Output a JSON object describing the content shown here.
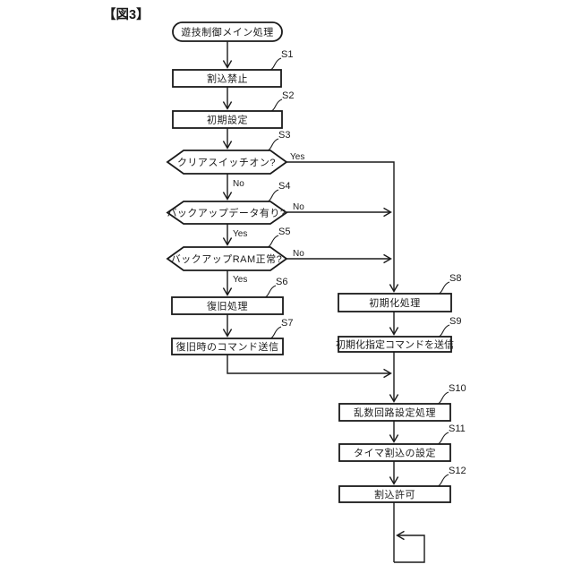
{
  "figure_label": "【図3】",
  "colors": {
    "line": "#1a1a1a",
    "background": "#ffffff"
  },
  "flowchart": {
    "start": {
      "id": "start",
      "type": "terminal",
      "label": "遊技制御メイン処理"
    },
    "nodes": [
      {
        "id": "S1",
        "step": "S1",
        "type": "process",
        "label": "割込禁止"
      },
      {
        "id": "S2",
        "step": "S2",
        "type": "process",
        "label": "初期設定"
      },
      {
        "id": "S3",
        "step": "S3",
        "type": "decision",
        "label": "クリアスイッチオン?"
      },
      {
        "id": "S4",
        "step": "S4",
        "type": "decision",
        "label": "バックアップデータ有り?"
      },
      {
        "id": "S5",
        "step": "S5",
        "type": "decision",
        "label": "バックアップRAM正常?"
      },
      {
        "id": "S6",
        "step": "S6",
        "type": "process",
        "label": "復旧処理"
      },
      {
        "id": "S7",
        "step": "S7",
        "type": "process",
        "label": "復旧時のコマンド送信"
      },
      {
        "id": "S8",
        "step": "S8",
        "type": "process",
        "label": "初期化処理"
      },
      {
        "id": "S9",
        "step": "S9",
        "type": "process",
        "label": "初期化指定コマンドを送信"
      },
      {
        "id": "S10",
        "step": "S10",
        "type": "process",
        "label": "乱数回路設定処理"
      },
      {
        "id": "S11",
        "step": "S11",
        "type": "process",
        "label": "タイマ割込の設定"
      },
      {
        "id": "S12",
        "step": "S12",
        "type": "process",
        "label": "割込許可"
      }
    ],
    "edges": [
      {
        "from": "start",
        "to": "S1"
      },
      {
        "from": "S1",
        "to": "S2"
      },
      {
        "from": "S2",
        "to": "S3"
      },
      {
        "from": "S3",
        "to": "S4",
        "label": "No"
      },
      {
        "from": "S3",
        "to": "S8",
        "label": "Yes"
      },
      {
        "from": "S4",
        "to": "S5",
        "label": "Yes"
      },
      {
        "from": "S4",
        "to": "S8",
        "label": "No"
      },
      {
        "from": "S5",
        "to": "S6",
        "label": "Yes"
      },
      {
        "from": "S5",
        "to": "S8",
        "label": "No"
      },
      {
        "from": "S6",
        "to": "S7"
      },
      {
        "from": "S7",
        "to": "S10"
      },
      {
        "from": "S8",
        "to": "S9"
      },
      {
        "from": "S9",
        "to": "S10"
      },
      {
        "from": "S10",
        "to": "S11"
      },
      {
        "from": "S11",
        "to": "S12"
      },
      {
        "from": "S12",
        "to": "endless-loop"
      }
    ]
  }
}
